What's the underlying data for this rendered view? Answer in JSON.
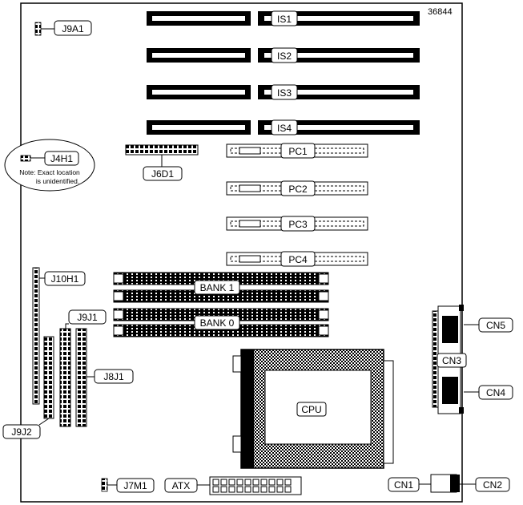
{
  "board_id": "36844",
  "isa_slots": [
    "IS1",
    "IS2",
    "IS3",
    "IS4"
  ],
  "pci_slots": [
    "PC1",
    "PC2",
    "PC3",
    "PC4"
  ],
  "memory_banks": [
    "BANK 1",
    "BANK 0"
  ],
  "jumpers": {
    "j9a1": "J9A1",
    "j4h1": "J4H1",
    "j6d1": "J6D1",
    "j10h1": "J10H1",
    "j9j1": "J9J1",
    "j8j1": "J8J1",
    "j9j2": "J9J2",
    "j7m1": "J7M1"
  },
  "note": {
    "line1": "Note: Exact location",
    "line2": "is unidentified."
  },
  "cpu_label": "CPU",
  "atx_label": "ATX",
  "connectors": {
    "cn1": "CN1",
    "cn2": "CN2",
    "cn3": "CN3",
    "cn4": "CN4",
    "cn5": "CN5"
  }
}
